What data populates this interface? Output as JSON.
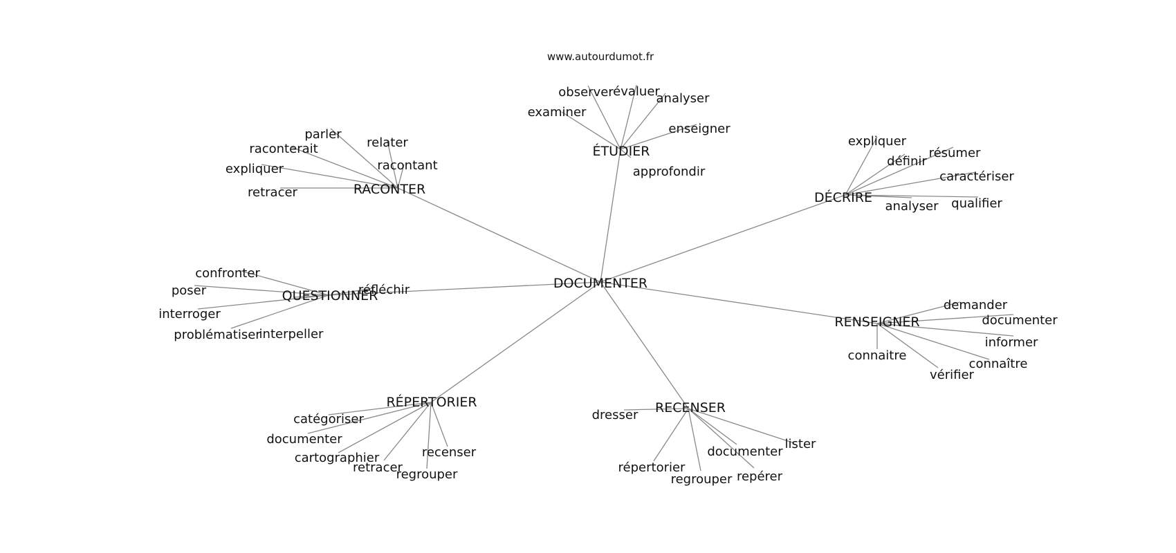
{
  "watermark": "www.autourdumot.fr",
  "center": "DOCUMENTER",
  "hubs": [
    {
      "id": "raconter",
      "label": "RACONTER",
      "leaves": [
        "parler",
        "raconterait",
        "relater",
        "racontant",
        "expliquer",
        "retracer"
      ]
    },
    {
      "id": "etudier",
      "label": "ÉTUDIER",
      "leaves": [
        "observer",
        "évaluer",
        "analyser",
        "examiner",
        "enseigner",
        "approfondir"
      ]
    },
    {
      "id": "decrire",
      "label": "DÉCRIRE",
      "leaves": [
        "expliquer",
        "définir",
        "résumer",
        "caractériser",
        "analyser",
        "qualifier"
      ]
    },
    {
      "id": "questionner",
      "label": "QUESTIONNER",
      "leaves": [
        "confronter",
        "poser",
        "réfléchir",
        "interroger",
        "problématiser",
        "interpeller"
      ]
    },
    {
      "id": "renseigner",
      "label": "RENSEIGNER",
      "leaves": [
        "demander",
        "documenter",
        "informer",
        "connaitre",
        "connaître",
        "vérifier"
      ]
    },
    {
      "id": "repertorier",
      "label": "RÉPERTORIER",
      "leaves": [
        "catégoriser",
        "documenter",
        "cartographier",
        "retracer",
        "regrouper",
        "recenser"
      ]
    },
    {
      "id": "recenser",
      "label": "RECENSER",
      "leaves": [
        "dresser",
        "lister",
        "documenter",
        "répertorier",
        "regrouper",
        "repérer"
      ]
    }
  ]
}
